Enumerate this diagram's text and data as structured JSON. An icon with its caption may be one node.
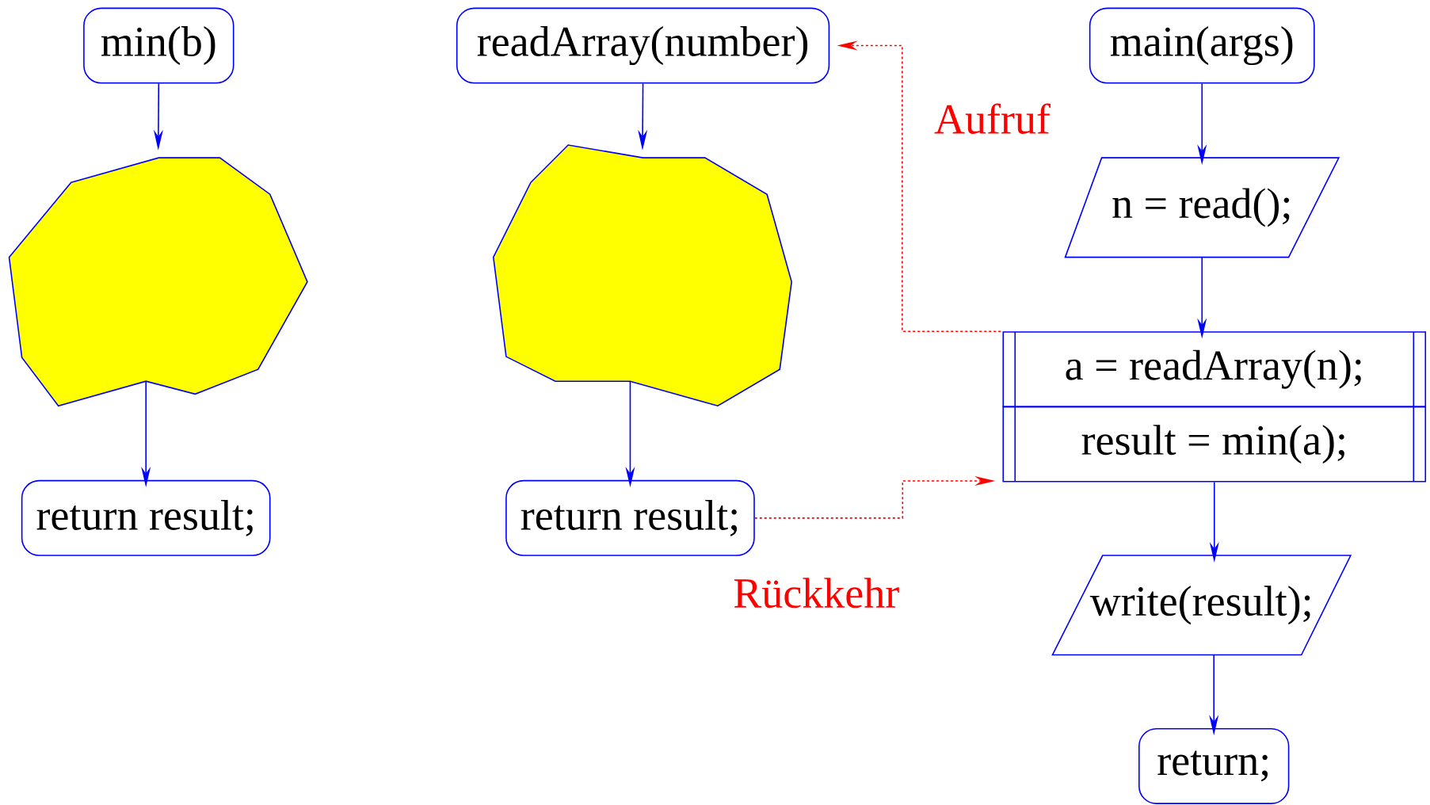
{
  "diagram": {
    "nodes": [
      {
        "text": [
          "min(b)"
        ]
      },
      {
        "text": [],
        "shape": "polygon"
      },
      {
        "text": [
          "return result;"
        ]
      },
      {
        "text": [
          "readArray(number)"
        ]
      },
      {
        "text": [],
        "shape": "polygon"
      },
      {
        "text": [
          "return result;"
        ]
      },
      {
        "text": [
          "main(args)"
        ]
      },
      {
        "text": [
          "n = read();"
        ]
      },
      {
        "text": [
          "a = readArray(n);"
        ]
      },
      {
        "text": [
          "result = min(a);"
        ]
      },
      {
        "text": [
          "write(result);"
        ]
      },
      {
        "text": [
          "return;"
        ]
      }
    ],
    "edges": [
      {
        "from": 0,
        "to": 1,
        "arrow": "to"
      },
      {
        "from": 1,
        "to": 2,
        "arrow": "to"
      },
      {
        "from": 3,
        "to": 4,
        "arrow": "to"
      },
      {
        "from": 4,
        "to": 5,
        "arrow": "to"
      },
      {
        "from": 6,
        "to": 7,
        "arrow": "to"
      },
      {
        "from": 7,
        "to": 8,
        "arrow": "to"
      },
      {
        "from": 8,
        "to": 3,
        "arrow": "to",
        "label": "Aufruf",
        "style": "dashed",
        "color": "#ff0000"
      },
      {
        "from": 5,
        "to": 9,
        "arrow": "to",
        "label": "Rückkehr",
        "style": "dashed",
        "color": "#ff0000"
      },
      {
        "from": 9,
        "to": 10,
        "arrow": "to"
      },
      {
        "from": 10,
        "to": 11,
        "arrow": "to"
      }
    ]
  }
}
